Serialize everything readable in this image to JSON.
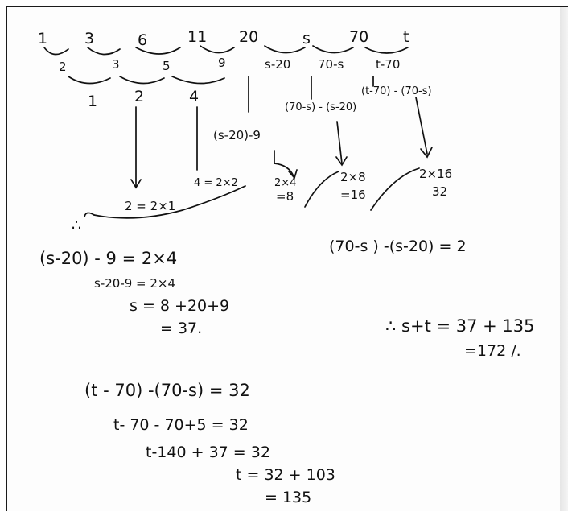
{
  "sequence": {
    "row1": [
      "1",
      "3",
      "6",
      "11",
      "20",
      "s",
      "70",
      "t"
    ],
    "row2": [
      "2",
      "3",
      "5",
      "9",
      "s-20",
      "70-s",
      "t-70"
    ],
    "row3": [
      "1",
      "2",
      "4"
    ],
    "second_diff_expressions": {
      "a": "(s-20)-9",
      "b": "(70-s) - (s-20)",
      "c": "(t-70) - (70-s)"
    },
    "pattern": {
      "p1": "2 = 2×1",
      "p2": "4 = 2×2",
      "p3_top": "2×4",
      "p3_bottom": "=8",
      "p4_top": "2×8",
      "p4_bottom": "=16",
      "p5_top": "2×16",
      "p5_bottom": "32"
    }
  },
  "therefore_mark": "∴",
  "solve_s": {
    "line1": "(s-20) - 9  =  2×4",
    "line2": "s-20-9 =   2×4",
    "line3": "s  =  8 +20+9",
    "line4": "= 37."
  },
  "check_equation": "(70-s ) -(s-20) = 2",
  "solve_t": {
    "line1": "(t - 70) -(70-s) = 32",
    "line2": "t- 70  - 70+5 = 32",
    "line3": "t-140 + 37 = 32",
    "line4": "t = 32 + 103",
    "line5": "= 135"
  },
  "answer": {
    "line1": "∴  s+t = 37 + 135",
    "line2": "=172 /."
  }
}
